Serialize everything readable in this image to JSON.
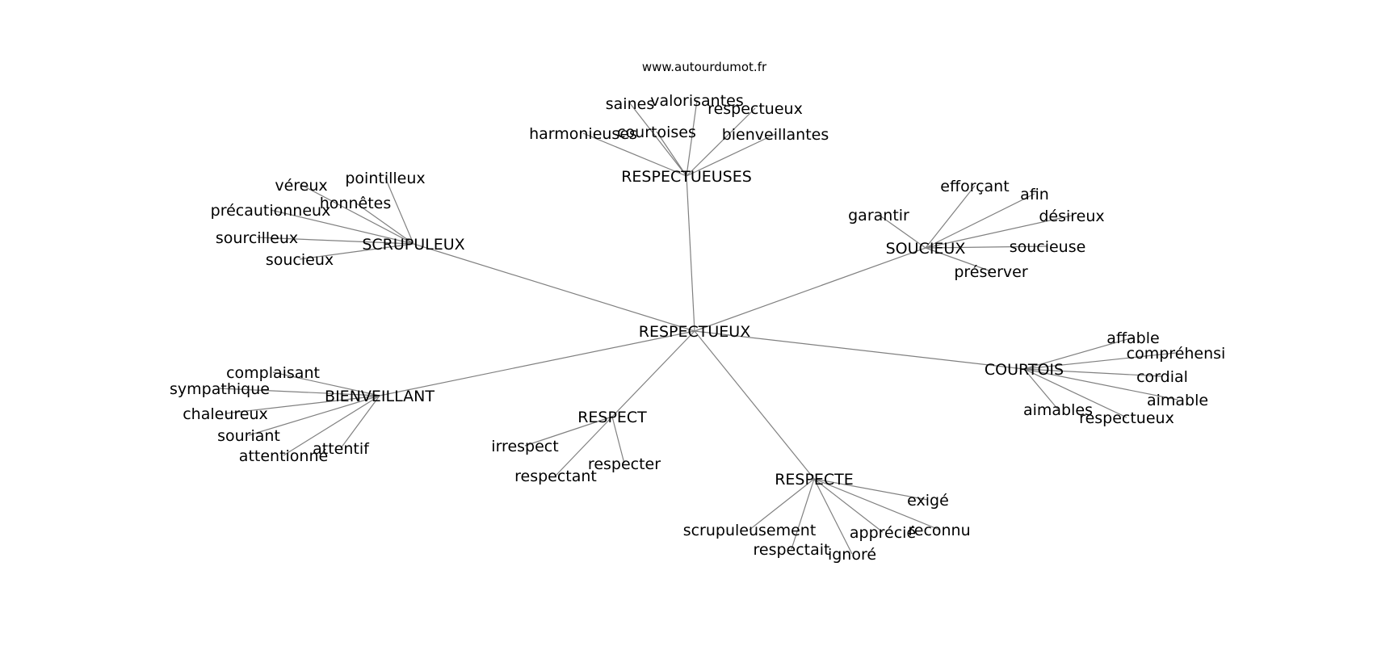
{
  "site": "www.autourdumot.fr",
  "graph": {
    "root": "RESPECTUEUX",
    "hubs": [
      {
        "label": "RESPECTUEUSES",
        "leaves": [
          "saines",
          "valorisantes",
          "respectueux",
          "harmonieuses",
          "courtoises",
          "bienveillantes"
        ]
      },
      {
        "label": "SCRUPULEUX",
        "leaves": [
          "véreux",
          "pointilleux",
          "honnêtes",
          "précautionneux",
          "sourcilleux",
          "soucieux"
        ]
      },
      {
        "label": "SOUCIEUX",
        "leaves": [
          "efforçant",
          "afin",
          "garantir",
          "désireux",
          "soucieuse",
          "préserver"
        ]
      },
      {
        "label": "COURTOIS",
        "leaves": [
          "affable",
          "compréhensi",
          "cordial",
          "aimable",
          "aimables",
          "respectueux"
        ]
      },
      {
        "label": "BIENVEILLANT",
        "leaves": [
          "complaisant",
          "sympathique",
          "chaleureux",
          "souriant",
          "attentionné",
          "attentif"
        ]
      },
      {
        "label": "RESPECT",
        "leaves": [
          "irrespect",
          "respecter",
          "respectant"
        ]
      },
      {
        "label": "RESPECTE",
        "leaves": [
          "exigé",
          "scrupuleusement",
          "apprécié",
          "reconnu",
          "respectait",
          "ignoré"
        ]
      }
    ]
  }
}
